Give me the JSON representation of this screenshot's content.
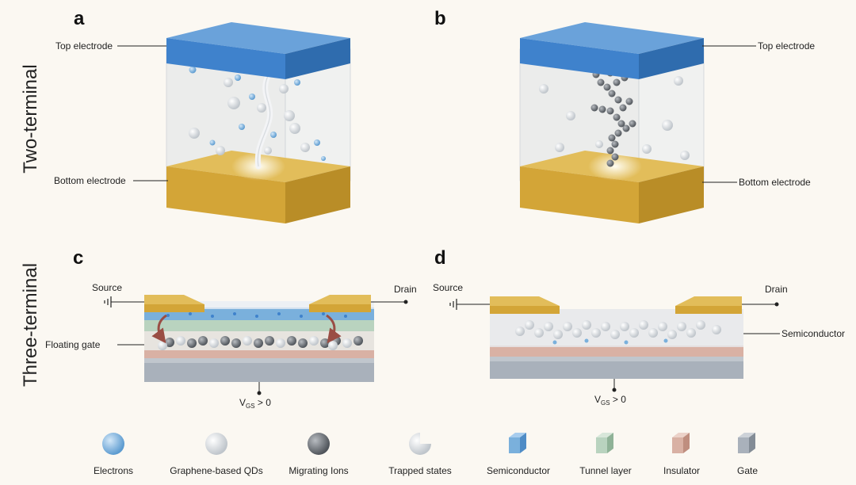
{
  "rows": {
    "two_terminal": "Two-terminal",
    "three_terminal": "Three-terminal"
  },
  "panels": {
    "a": {
      "letter": "a",
      "top_label": "Top electrode",
      "bottom_label": "Bottom electrode"
    },
    "b": {
      "letter": "b",
      "top_label": "Top electrode",
      "bottom_label": "Bottom electrode"
    },
    "c": {
      "letter": "c",
      "source": "Source",
      "drain": "Drain",
      "side_label": "Floating gate",
      "vgs_main": "V",
      "vgs_sub": "GS",
      "vgs_cond": " > 0"
    },
    "d": {
      "letter": "d",
      "source": "Source",
      "drain": "Drain",
      "side_label": "Semiconductor",
      "vgs_main": "V",
      "vgs_sub": "GS",
      "vgs_cond": " > 0"
    }
  },
  "legend": {
    "electrons": "Electrons",
    "qds": "Graphene-based QDs",
    "ions": "Migrating Ions",
    "trapped": "Trapped states",
    "semiconductor": "Semiconductor",
    "tunnel": "Tunnel layer",
    "insulator": "Insulator",
    "gate": "Gate"
  },
  "colors": {
    "top_electrode": "#3f82cc",
    "bottom_electrode": "#d3a537",
    "semiconductor": "#7ab0dc",
    "tunnel": "#b9d3bf",
    "insulator": "#d9b1a4",
    "gate": "#a9b1bb",
    "arrow": "#9a4d44"
  }
}
